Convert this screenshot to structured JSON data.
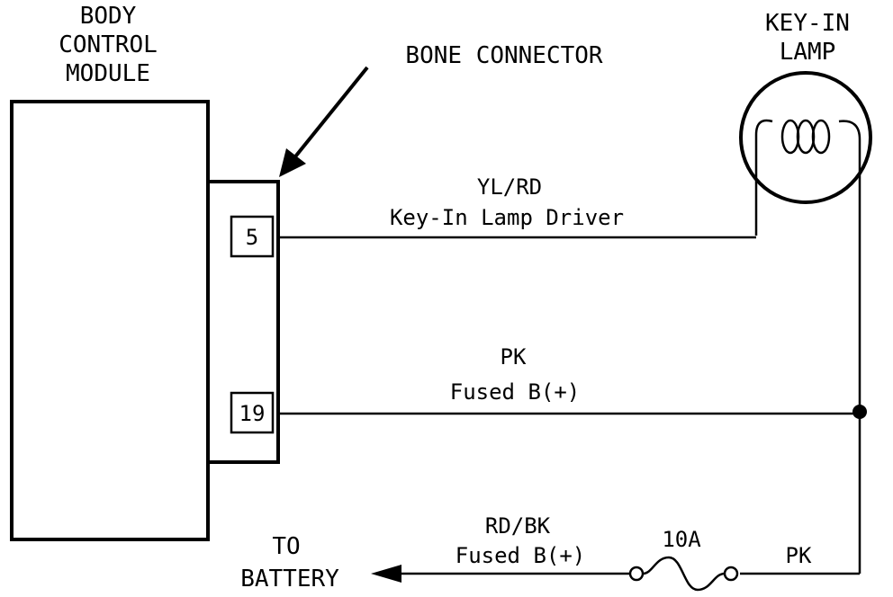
{
  "diagram": {
    "module_label": [
      "BODY",
      "CONTROL",
      "MODULE"
    ],
    "connector_label": "BONE CONNECTOR",
    "lamp_label": [
      "KEY-IN",
      "LAMP"
    ],
    "pins": {
      "pin_a": "5",
      "pin_b": "19"
    },
    "wire_a": {
      "color_code": "YL/RD",
      "circuit": "Key-In Lamp Driver"
    },
    "wire_b": {
      "color_code": "PK",
      "circuit": "Fused B(+)"
    },
    "wire_c": {
      "color_code": "RD/BK",
      "circuit": "Fused B(+)"
    },
    "fuse_rating": "10A",
    "wire_pk_label": "PK",
    "battery_label": [
      "TO",
      "BATTERY"
    ]
  }
}
